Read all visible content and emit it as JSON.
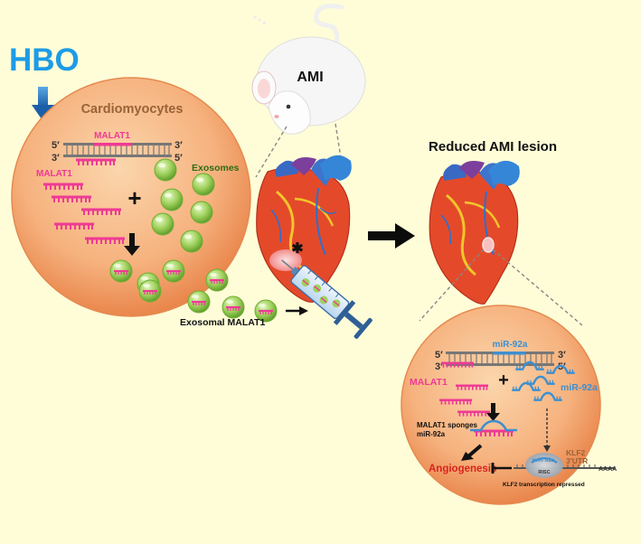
{
  "labels": {
    "hbo": "HBO",
    "cardiomyocytes": "Cardiomyocytes",
    "malat1_gene": "MALAT1",
    "five_prime": "5′",
    "three_prime": "3′",
    "malat1_rna": "MALAT1",
    "exosomes": "Exosomes",
    "plus": "+",
    "exosomal_malat1": "Exosomal MALAT1",
    "ami": "AMI",
    "reduced_ami_lesion": "Reduced AMI lesion",
    "mir92a_gene": "miR-92a",
    "malat1_right": "MALAT1",
    "mir92a_free": "miR-92a",
    "sponge_line1": "MALAT1 sponges",
    "sponge_line2": "miR-92a",
    "angiogenesis": "Angiogenesis",
    "risc_mir": "miR-92a",
    "risc": "RISC",
    "klf2": "KLF2",
    "utr": "3'UTR",
    "polya": "AAAA",
    "klf2_repressed": "KLF2 transcription repressed"
  },
  "colors": {
    "background": "#fefdd8",
    "hbo_blue": "#1e9be6",
    "malat1_pink": "#ee3a94",
    "mir_blue": "#3e8fd0",
    "cell_orange": "#f6b27e",
    "cell_title_brown": "#9a6238",
    "exosome_green": "#9fd15c",
    "exosomes_label": "#2f6b14",
    "angiogenesis_red": "#d9241e"
  }
}
